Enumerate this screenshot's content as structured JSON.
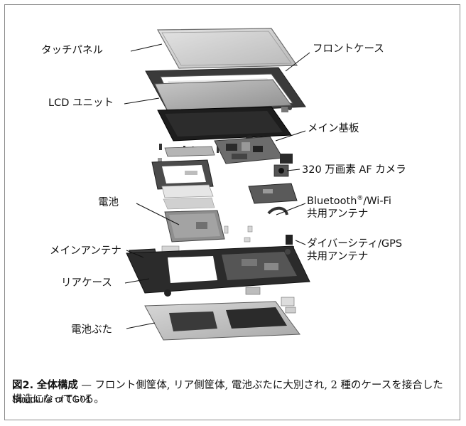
{
  "labels": {
    "touch_panel": "タッチパネル",
    "front_case": "フロントケース",
    "lcd_unit": "LCD ユニット",
    "main_board": "メイン基板",
    "camera": "320 万画素 AF カメラ",
    "bluetooth_line1_a": "Bluetooth",
    "bluetooth_line1_reg": "®",
    "bluetooth_line1_b": "/Wi-Fi",
    "bluetooth_line2": "共用アンテナ",
    "battery": "電池",
    "diversity_line1": "ダイバーシティ/GPS",
    "diversity_line2": "共用アンテナ",
    "main_antenna": "メインアンテナ",
    "rear_case": "リアケース",
    "battery_cover": "電池ぶた"
  },
  "caption": {
    "figure_label": "図2.",
    "title": "全体構成",
    "dash": "—",
    "body": "フロント側筐体, リア側筐体, 電池ぶたに大別され, 2 種のケースを接合した構造になっている。",
    "english": "Structure of TG01"
  }
}
